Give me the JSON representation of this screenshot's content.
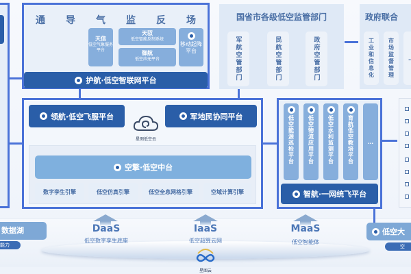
{
  "top_left_panel": {
    "columns": [
      "通",
      "导",
      "气",
      "监",
      "反",
      "场"
    ],
    "sub_boxes": [
      {
        "name": "天信",
        "desc": "低空气象服务平台"
      },
      {
        "name": "天驭",
        "desc": "低空智能反制系统"
      },
      {
        "name": "御航",
        "desc": "低空应无平台"
      },
      {
        "name": "",
        "desc": "移动起降平台"
      }
    ],
    "bottom_bar": "护航·低空智联网平台"
  },
  "regulators": {
    "title": "国省市各级低空监管部门",
    "departments": [
      "军航空管部门",
      "民航空管部门",
      "政府空管部门"
    ]
  },
  "government": {
    "title": "政府联合",
    "departments": [
      "工业和信息化",
      "市场监督管理",
      "…"
    ]
  },
  "middle_panel": {
    "left_bar": "领航·低空飞服平台",
    "right_bar": "军地民协同平台",
    "cloud_label": "星图低空云",
    "center_bar": "空擎·低空中台",
    "engines": [
      "数字孪生引擎",
      "低空仿真引擎",
      "低空全息网格引擎",
      "空域计算引擎"
    ]
  },
  "right_panel": {
    "columns": [
      "低空能源巡检平台",
      "低空物流应用平台",
      "低空水利监测平台",
      "育航低空教培平台",
      "…"
    ],
    "bottom_bar": "智航·一网统飞平台"
  },
  "foundation": {
    "left_box": "数据湖",
    "left_pill": "能力",
    "services": [
      {
        "title": "DaaS",
        "subtitle": "低空数字孪生底座"
      },
      {
        "title": "IaaS",
        "subtitle": "低空超算云网"
      },
      {
        "title": "MaaS",
        "subtitle": "低空智能体"
      }
    ],
    "right_box": "低空大",
    "right_pill": "空",
    "center_logo_label": "星图云"
  },
  "colors": {
    "frame": "#4a72d8",
    "dark_bar": "#2a5ea8",
    "mid_blue": "#86aedc",
    "light_panel": "#dfe9f6",
    "text_blue": "#4a6fa5"
  }
}
